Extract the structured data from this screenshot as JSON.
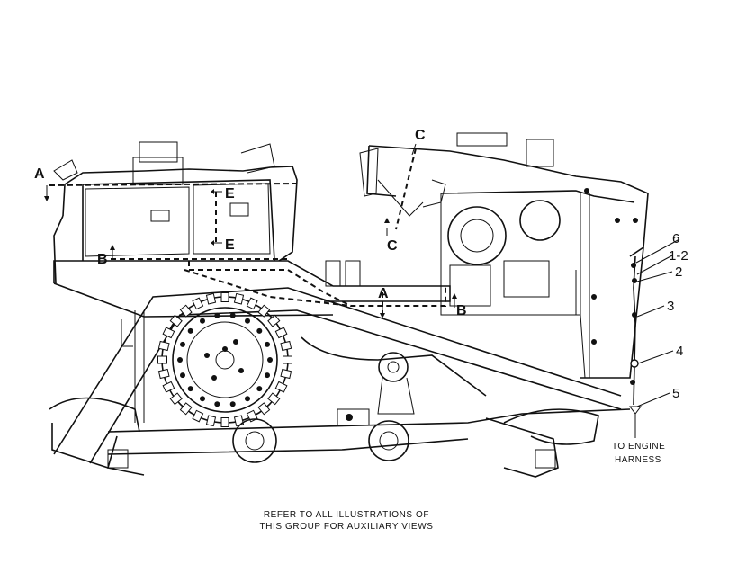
{
  "section_labels": {
    "A": "A",
    "B": "B",
    "C": "C",
    "E": "E"
  },
  "callouts": [
    "6",
    "1-2",
    "2",
    "3",
    "4",
    "5"
  ],
  "to_engine": "TO ENGINE",
  "harness": "HARNESS",
  "note_line1": "REFER TO ALL ILLUSTRATIONS OF",
  "note_line2": "THIS GROUP FOR AUXILIARY VIEWS"
}
